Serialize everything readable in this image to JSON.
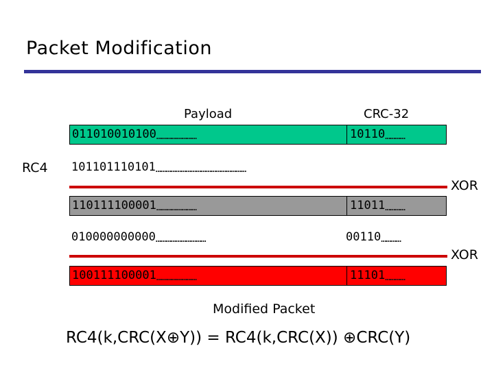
{
  "slide": {
    "title": "Packet Modification",
    "rule_color": "#333399"
  },
  "columns": {
    "payload_label": "Payload",
    "crc_label": "CRC-32"
  },
  "side_labels": {
    "rc4": "RC4",
    "xor_first": "XOR",
    "xor_second": "XOR"
  },
  "colors": {
    "row_original": "#00C88C",
    "row_encrypted": "#999999",
    "row_modified": "#FF0000",
    "row_plain": "#FFFFFF",
    "xor_rule": "#CC0000",
    "border": "#000000"
  },
  "rows": [
    {
      "name": "original-packet",
      "style": "boxed",
      "fill": "#00C88C",
      "payload_bits": "011010010100",
      "payload_dots": "……………………",
      "crc_bits": "10110",
      "crc_dots": "…………"
    },
    {
      "name": "rc4-keystream",
      "style": "plain",
      "fill": "#FFFFFF",
      "payload_bits": "101101110101",
      "payload_dots": "………………………………………………",
      "crc_bits": "",
      "crc_dots": ""
    },
    {
      "name": "encrypted-packet",
      "style": "boxed",
      "fill": "#999999",
      "payload_bits": "110111100001",
      "payload_dots": "……………………",
      "crc_bits": "11011",
      "crc_dots": "…………"
    },
    {
      "name": "modification-mask",
      "style": "plain",
      "fill": "#FFFFFF",
      "payload_bits": "010000000000",
      "payload_dots": "…………………………",
      "crc_bits": "00110",
      "crc_dots": "…………"
    },
    {
      "name": "modified-packet",
      "style": "boxed",
      "fill": "#FF0000",
      "payload_bits": "100111100001",
      "payload_dots": "……………………",
      "crc_bits": "11101",
      "crc_dots": "…………"
    }
  ],
  "captions": {
    "modified_packet": "Modified Packet",
    "formula": "RC4(k,CRC(X⊕Y)) = RC4(k,CRC(X)) ⊕CRC(Y)"
  }
}
